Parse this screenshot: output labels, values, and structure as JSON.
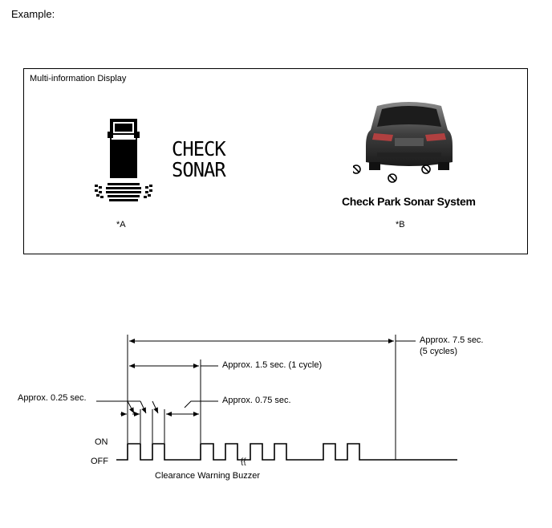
{
  "page": {
    "example_label": "Example:"
  },
  "display": {
    "title": "Multi-information Display",
    "check_sonar_line1": "CHECK",
    "check_sonar_line2": "SONAR",
    "check_park_sonar": "Check Park Sonar System",
    "ref_a": "*A",
    "ref_b": "*B"
  },
  "timing": {
    "label_total": "Approx. 7.5 sec.",
    "label_total_sub": "(5 cycles)",
    "label_cycle": "Approx. 1.5 sec. (1 cycle)",
    "label_on_pulse": "Approx. 0.25 sec.",
    "label_off_gap": "Approx. 0.75 sec.",
    "level_on": "ON",
    "level_off": "OFF",
    "caption": "Clearance Warning Buzzer"
  }
}
